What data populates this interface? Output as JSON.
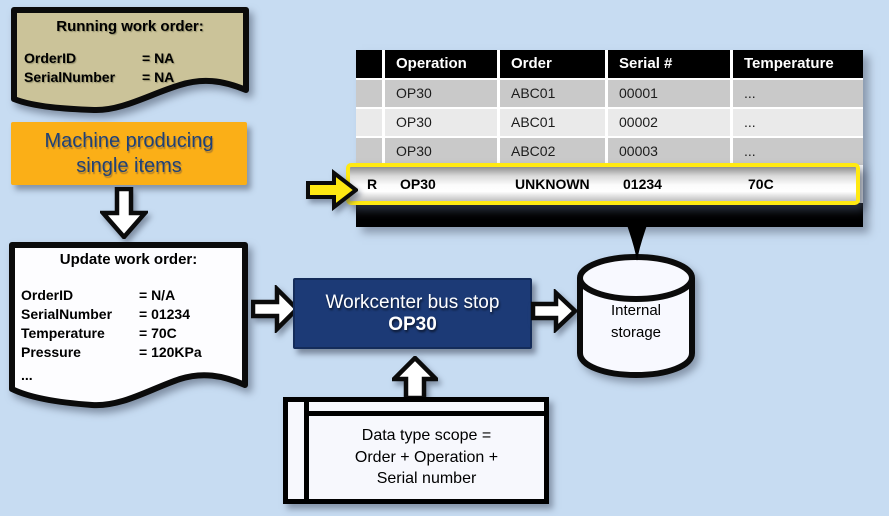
{
  "colors": {
    "background": "#c7dcf2",
    "highlight_yellow": "#ffe912",
    "navy_box": "#1c3a76",
    "orange_box": "#fbaf17",
    "tan_document": "#cbc399",
    "table_header": "#000000",
    "row_gray": "#c9c9c9",
    "row_light_gray": "#eaeaea"
  },
  "running_doc": {
    "title": "Running work order:",
    "fields": [
      {
        "label": "OrderID",
        "value": "= NA"
      },
      {
        "label": "SerialNumber",
        "value": "= NA"
      }
    ]
  },
  "machine_box": {
    "label": "Machine producing\nsingle items"
  },
  "update_doc": {
    "title": "Update work order:",
    "fields": [
      {
        "label": "OrderID",
        "value": "= N/A"
      },
      {
        "label": "SerialNumber",
        "value": "= 01234"
      },
      {
        "label": "Temperature",
        "value": "= 70C"
      },
      {
        "label": "Pressure",
        "value": "= 120KPa"
      },
      {
        "label": "...",
        "value": ""
      }
    ]
  },
  "workcenter_box": {
    "line1": "Workcenter bus stop",
    "line2": "OP30"
  },
  "storage": {
    "label": "Internal\nstorage"
  },
  "scope_box": {
    "label": "Data type scope =\nOrder + Operation +\nSerial number"
  },
  "table": {
    "columns": [
      "",
      "Operation",
      "Order",
      "Serial #",
      "Temperature"
    ],
    "rows": [
      [
        "",
        "OP30",
        "ABC01",
        "00001",
        "..."
      ],
      [
        "",
        "OP30",
        "ABC01",
        "00002",
        "..."
      ],
      [
        "",
        "OP30",
        "ABC02",
        "00003",
        "..."
      ]
    ],
    "highlight_row": [
      "R",
      "OP30",
      "UNKNOWN",
      "01234",
      "70C"
    ]
  }
}
